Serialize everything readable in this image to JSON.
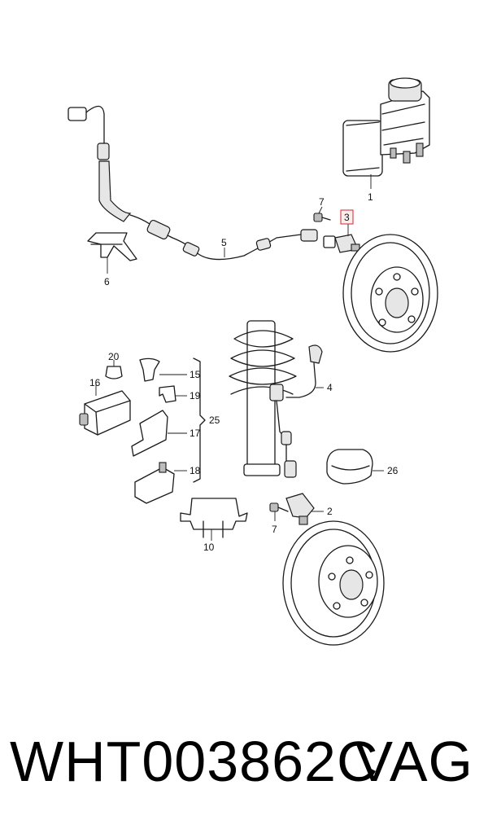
{
  "diagram": {
    "highlighted_callout": "3",
    "highlight_color": "#d9232e",
    "callouts": {
      "c1": "1",
      "c2": "2",
      "c3": "3",
      "c4": "4",
      "c5": "5",
      "c6": "6",
      "c7a": "7",
      "c7b": "7",
      "c10": "10",
      "c15": "15",
      "c16": "16",
      "c17": "17",
      "c18": "18",
      "c19": "19",
      "c20": "20",
      "c25": "25",
      "c26": "26"
    }
  },
  "footer": {
    "part_number": "WHT003862C",
    "brand": "VAG"
  }
}
